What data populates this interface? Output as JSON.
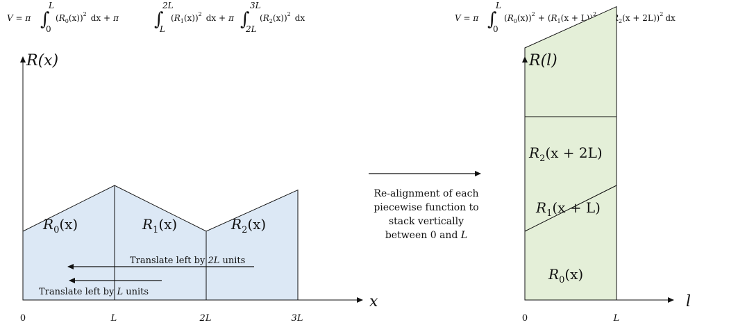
{
  "formulas": {
    "left": {
      "prefix": "V = π",
      "integrals": [
        {
          "lower": "0",
          "upper": "L",
          "body_func": "R",
          "body_sub": "0",
          "body_arg": "(x)",
          "power": "2",
          "tail": "dx +",
          "pi": "π"
        },
        {
          "lower": "L",
          "upper": "2L",
          "body_func": "R",
          "body_sub": "1",
          "body_arg": "(x)",
          "power": "2",
          "tail": "dx +",
          "pi": "π"
        },
        {
          "lower": "2L",
          "upper": "3L",
          "body_func": "R",
          "body_sub": "2",
          "body_arg": "(x)",
          "power": "2",
          "tail": "dx"
        }
      ]
    },
    "right": {
      "prefix": "V = π",
      "lower": "0",
      "upper": "L",
      "terms": [
        {
          "func": "R",
          "sub": "0",
          "arg": "(x)",
          "power": "2",
          "sep": "+"
        },
        {
          "func": "R",
          "sub": "1",
          "arg": "(x + L)",
          "power": "2",
          "sep": "+"
        },
        {
          "func": "R",
          "sub": "2",
          "arg": "(x + 2L)",
          "power": "2"
        }
      ],
      "tail": "dx"
    }
  },
  "left_plot": {
    "y_axis_label": "R(x)",
    "x_axis_label": "x",
    "ticks": [
      "0",
      "L",
      "2L",
      "3L"
    ],
    "segments": [
      {
        "label_func": "R",
        "label_sub": "0",
        "label_arg": "(x)",
        "start": 0.3,
        "end": 0.5
      },
      {
        "label_func": "R",
        "label_sub": "1",
        "label_arg": "(x)",
        "start": 0.5,
        "end": 0.3
      },
      {
        "label_func": "R",
        "label_sub": "2",
        "label_arg": "(x)",
        "start": 0.3,
        "end": 0.48
      }
    ],
    "translate_2L": {
      "pre": "Translate left by ",
      "var": "2L",
      "post": " units"
    },
    "translate_L": {
      "pre": "Translate left by ",
      "var": "L",
      "post": " units"
    }
  },
  "middle": {
    "lines": [
      "Re-alignment of each",
      "piecewise function to",
      "stack vertically"
    ],
    "last_pre": "between 0 and ",
    "last_var": "L"
  },
  "right_plot": {
    "y_axis_label": "R(l)",
    "x_axis_label": "l",
    "ticks": [
      "0",
      "L"
    ],
    "blocks": [
      {
        "label_func": "R",
        "label_sub": "0",
        "label_arg": "(x)"
      },
      {
        "label_func": "R",
        "label_sub": "1",
        "label_arg": "(x + L)"
      },
      {
        "label_func": "R",
        "label_sub": "2",
        "label_arg": "(x + 2L)"
      }
    ]
  },
  "colors": {
    "left_fill": "#dce8f5",
    "right_fill": "#e4efd8",
    "stroke": "#111111"
  }
}
